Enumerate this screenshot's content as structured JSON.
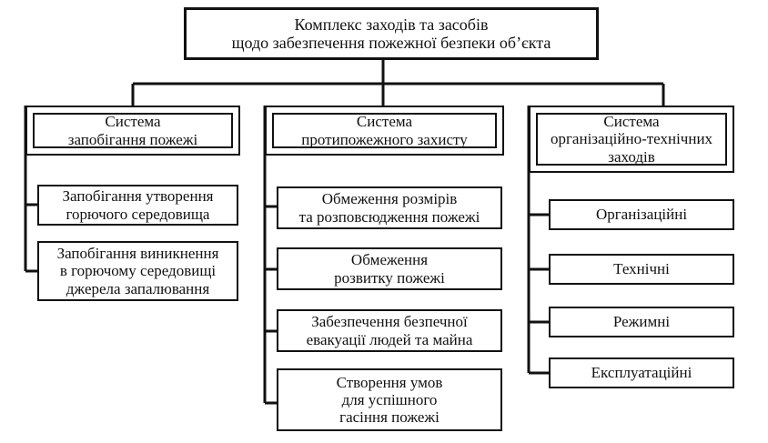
{
  "root": {
    "lines": [
      "Комплекс заходів  та засобів",
      "щодо забезпечення пожежної безпеки об’єкта"
    ]
  },
  "systems": [
    {
      "lines": [
        "Система",
        "запобігання пожежі"
      ],
      "items": [
        {
          "lines": [
            "Запобігання утворення",
            "горючого середовища"
          ]
        },
        {
          "lines": [
            "Запобігання виникнення",
            "в  горючому середовищі",
            "джерела запалювання"
          ]
        }
      ]
    },
    {
      "lines": [
        "Система",
        "протипожежного захисту"
      ],
      "items": [
        {
          "lines": [
            "Обмеження розмірів",
            "та розповсюдження пожежі"
          ]
        },
        {
          "lines": [
            "Обмеження",
            "розвитку пожежі"
          ]
        },
        {
          "lines": [
            "Забезпечення безпечної",
            "евакуації людей та майна"
          ]
        },
        {
          "lines": [
            "Створення умов",
            "для успішного",
            "гасіння пожежі"
          ]
        }
      ]
    },
    {
      "lines": [
        "Система",
        "організаційно-технічних",
        "заходів"
      ],
      "items": [
        {
          "lines": [
            "Організаційні"
          ]
        },
        {
          "lines": [
            "Технічні"
          ]
        },
        {
          "lines": [
            "Режимні"
          ]
        },
        {
          "lines": [
            "Експлуатаційні"
          ]
        }
      ]
    }
  ]
}
